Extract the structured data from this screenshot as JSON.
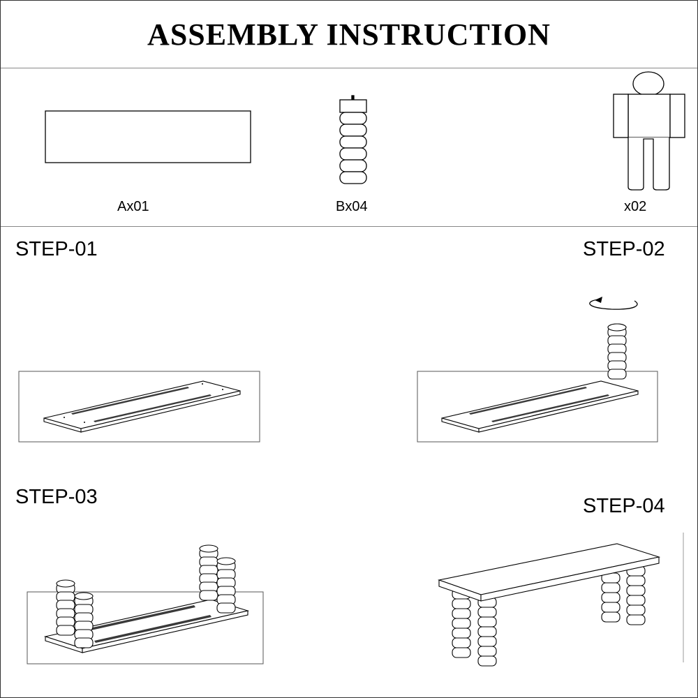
{
  "title": "ASSEMBLY INSTRUCTION",
  "parts": {
    "top": {
      "label": "Ax01"
    },
    "leg": {
      "label": "Bx04"
    },
    "people": {
      "label": "x02"
    }
  },
  "steps": [
    {
      "label": "STEP-01"
    },
    {
      "label": "STEP-02"
    },
    {
      "label": "STEP-03"
    },
    {
      "label": "STEP-04"
    }
  ],
  "colors": {
    "line": "#000000",
    "frame": "#555555",
    "slot": "#3a3a3a"
  }
}
